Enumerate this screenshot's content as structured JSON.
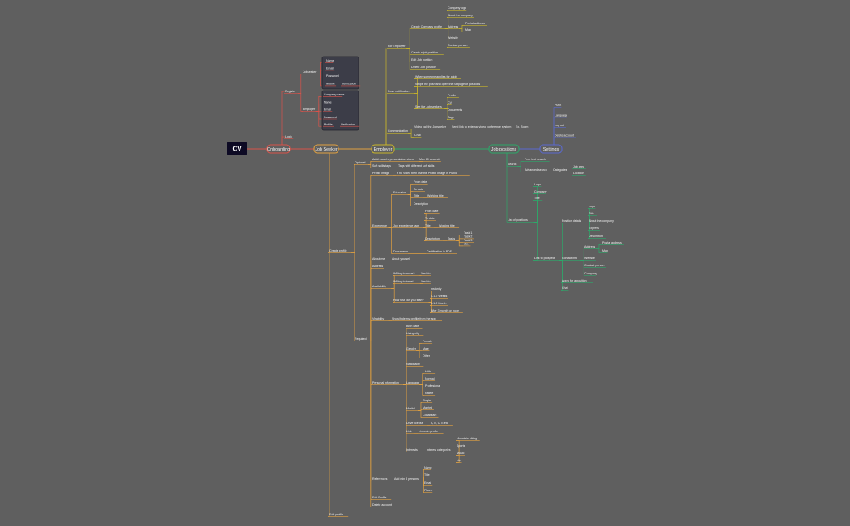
{
  "colors": {
    "background": "#5f5f5f",
    "root": "#0d0a24",
    "onboarding": "#d9534a",
    "job_seeker": "#e0a040",
    "employer": "#c8b42a",
    "job_positions": "#2ea86a",
    "settings": "#5b6ad0"
  },
  "root": {
    "label": "CV"
  },
  "branches": {
    "onboarding": {
      "label": "Onboarding",
      "register": "Register",
      "jobseeker": "Jobseeker",
      "employer": "Employer",
      "login": "Login",
      "jobseeker_fields": [
        "Name",
        "Email",
        "Password",
        "Mobile"
      ],
      "employer_fields": [
        "Company name",
        "Name",
        "Email",
        "Password",
        "Mobile"
      ],
      "verification": "Verification"
    },
    "job_seeker": {
      "label": "Job Seeker",
      "create_profile": "Create profile",
      "edit_profile": "Edit profile",
      "optional": "Optional",
      "required": "Required",
      "add_video": "Add/record a presentation video",
      "max_60": "Max 60 seconds",
      "soft_skills": "Soft skills tags",
      "tags_diff": "Tags with different soft skills",
      "profile_image": "Profile image",
      "profile_image_note": "If no Video then use the Profile Image in Public",
      "experience": "Experience",
      "education": "Education",
      "from_date": "From date",
      "to_date": "To date",
      "title": "Title",
      "working_title": "Working title",
      "description": "Description",
      "job_exp_tags": "Job experience tags",
      "tasks": "Tasks",
      "task_list": [
        "Task 1",
        "Task 2",
        "Task 3",
        "etc."
      ],
      "documents": "Documents",
      "certification": "Certification in PDF",
      "about_me": "About me",
      "about_yourself": "About yourself",
      "address": "Address",
      "availability": "Availability",
      "willing_move": "Willing to move?",
      "yes_no": "Yes/No",
      "willing_travel": "Willing to travel",
      "yes_no_2": "Yes/No",
      "how_fast": "How fast can you start?",
      "start_options": [
        "Instantly",
        "0-1-2 Weeks",
        "0-1-2 Month",
        "After 3 month or more"
      ],
      "visability": "Visability",
      "show_hide": "Show/hide my profile from the app",
      "personal_info": "Personal information",
      "birth_date": "Birth date",
      "living_city": "Living city",
      "gender": "Gender",
      "gender_opts": [
        "Female",
        "Male",
        "Other"
      ],
      "nationality": "Nationality",
      "language": "Language",
      "language_opts": [
        "Little",
        "Normal",
        "Proffesional",
        "Native"
      ],
      "marital": "Marital",
      "marital_opts": [
        "Single",
        "Married",
        "Cohabitant"
      ],
      "drive_license": "Drive license",
      "license_classes": "A, B, C, E etc",
      "link": "Link",
      "linkedin": "Linkedin profile",
      "interests": "Interests",
      "interest_cats": "Interest categories",
      "interest_opts": [
        "Mountain biking",
        "Sports",
        "Music",
        "etc"
      ],
      "references": "References",
      "add_persons": "Add min 3 persons",
      "ref_fields": [
        "Name",
        "Title",
        "Email",
        "Phone"
      ],
      "edit_profile_req": "Edit Profile",
      "delete_account": "Delete account"
    },
    "employer": {
      "label": "Employer",
      "for_employer": "For Employer",
      "create_company_profile": "Create Company profile",
      "company_logo": "Company logo",
      "about_company": "About the company",
      "address": "Address",
      "postal_address": "Postal address",
      "map": "Map",
      "website": "Website",
      "contact_person": "Contact person",
      "create_job": "Create a job position",
      "edit_job": "Edit Job position",
      "delete_job": "Delete Job position",
      "push_notification": "Push notification",
      "when_applies": "When someone applies for a job",
      "swipe_push": "Swipe the push and open the Setpage of positions",
      "see_job_seekers": "See the Job seekers",
      "profile": "Profile",
      "cv": "CV",
      "documents": "Documents",
      "tags": "Tags",
      "communication": "Communication",
      "video_call": "Video call the Jobseeker",
      "send_link": "Send link to external video conference system",
      "ex_zoom": "Ex. Zoom",
      "chat": "Chat"
    },
    "job_positions": {
      "label": "Job positions",
      "search": "Search",
      "free_text": "Free text search",
      "advanced_search": "Advanced search",
      "categories": "Categories",
      "job_area": "Job area",
      "location": "Location",
      "logo": "Logo",
      "company": "Company",
      "title": "Title",
      "list_of_positions": "List of positions",
      "link_to_prospect": "Link to prospect",
      "position_details": "Position details",
      "pd_logo": "Logo",
      "pd_title": "Title",
      "pd_about": "About the company",
      "pd_express": "Express",
      "pd_description": "Description",
      "contact_info": "Contact info",
      "ci_address": "Address",
      "ci_postal": "Postal address",
      "ci_map": "Map",
      "ci_website": "Website",
      "ci_contact_person": "Contact person",
      "ci_company": "Company",
      "apply": "Apply for a position",
      "chat": "Chat"
    },
    "settings": {
      "label": "Settings",
      "push": "Push",
      "language": "Language",
      "log_out": "Log out",
      "delete_account": "Delete account"
    }
  }
}
